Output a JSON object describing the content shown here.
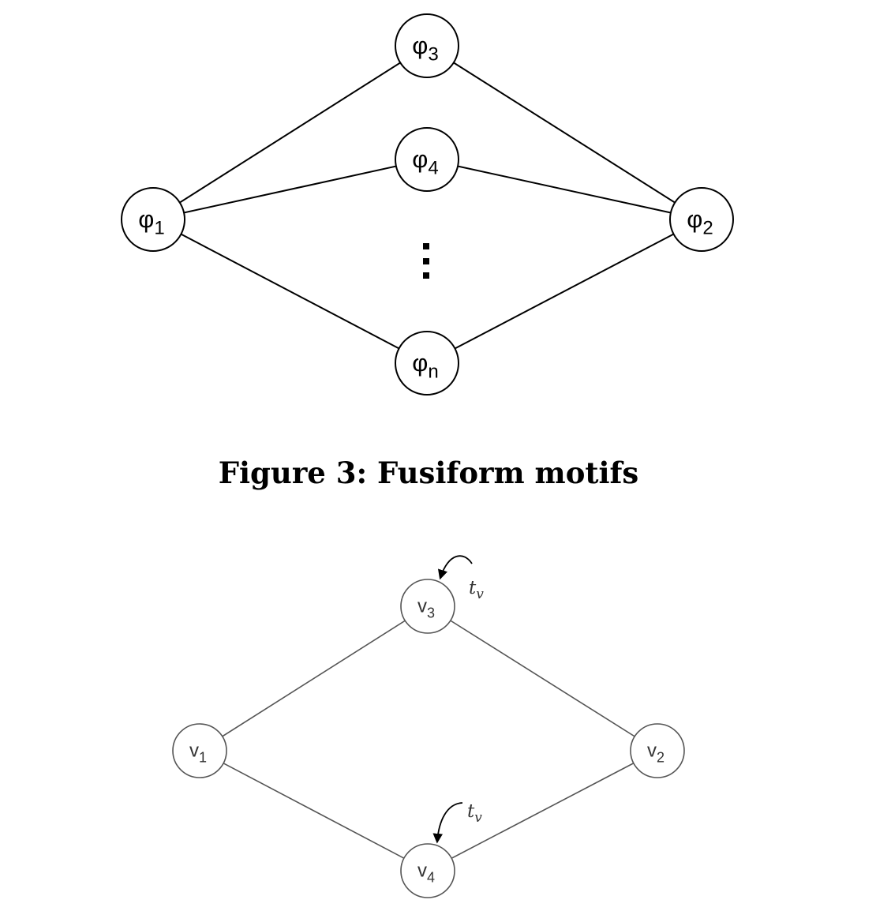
{
  "figure_top": {
    "nodes": [
      {
        "id": "p3",
        "base": "φ",
        "sub": "3"
      },
      {
        "id": "p4",
        "base": "φ",
        "sub": "4"
      },
      {
        "id": "p1",
        "base": "φ",
        "sub": "1"
      },
      {
        "id": "p2",
        "base": "φ",
        "sub": "2"
      },
      {
        "id": "pn",
        "base": "φ",
        "sub": "n"
      }
    ],
    "edges": [
      [
        "p1",
        "p3"
      ],
      [
        "p1",
        "p4"
      ],
      [
        "p1",
        "pn"
      ],
      [
        "p3",
        "p2"
      ],
      [
        "p4",
        "p2"
      ],
      [
        "pn",
        "p2"
      ]
    ],
    "caption": "Figure 3: Fusiform motifs"
  },
  "figure_bottom": {
    "nodes": [
      {
        "id": "v3",
        "base": "v",
        "sub": "3"
      },
      {
        "id": "v1",
        "base": "v",
        "sub": "1"
      },
      {
        "id": "v2",
        "base": "v",
        "sub": "2"
      },
      {
        "id": "v4",
        "base": "v",
        "sub": "4"
      }
    ],
    "edges": [
      [
        "v1",
        "v3"
      ],
      [
        "v3",
        "v2"
      ],
      [
        "v1",
        "v4"
      ],
      [
        "v4",
        "v2"
      ]
    ],
    "annotations": [
      {
        "target": "v3",
        "base": "t",
        "sub": "v"
      },
      {
        "target": "v4",
        "base": "t",
        "sub": "v"
      }
    ]
  }
}
